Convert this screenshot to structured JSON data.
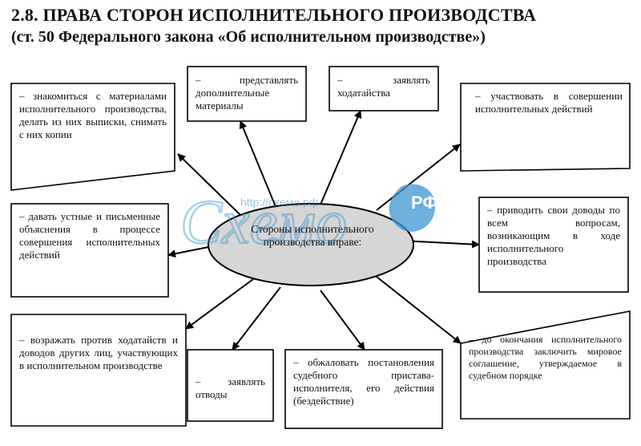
{
  "header": {
    "title": "2.8. ПРАВА СТОРОН ИСПОЛНИТЕЛЬНОГО ПРОИЗВОДСТВА",
    "subtitle": "(ст. 50 Федерального закона «Об исполнительном производстве»)"
  },
  "center": {
    "text": "Стороны исполнительного производства вправе:"
  },
  "rights": [
    "– знакомиться с материалами исполнительного производства, делать из них выписки, снимать с них копии",
    "– представлять дополнительные материалы",
    "– заявлять ходатайства",
    "– участвовать в совершении исполнительных действий",
    "– давать устные и письменные объяснения в процессе совершения исполнительных действий",
    "– приводить свои доводы по всем вопросам, возникающим в ходе исполнительного производства",
    "– возражать против ходатайств и доводов других лиц, участвующих в исполнительном производстве",
    "– заявлять отводы",
    "– обжаловать постановления судебного пристава-исполнителя, его действия (бездействие)",
    "– до окончания исполнительного производства заключить мировое соглашение, утверждаемое в судебном порядке"
  ],
  "watermark": {
    "logo": "Схемо",
    "url": "http://схемо.рф",
    "suffix": "РФ"
  },
  "colors": {
    "ellipse_fill": "#d6d6d6",
    "stroke": "#000000",
    "watermark": "#3c96d2"
  }
}
